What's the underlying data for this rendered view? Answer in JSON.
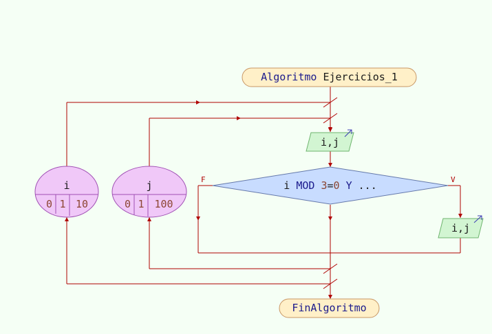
{
  "diagram": {
    "start": {
      "keyword": "Algoritmo",
      "name": "Ejercicios_1"
    },
    "end": {
      "keyword": "FinAlgoritmo"
    },
    "read": {
      "vars": "i,j"
    },
    "condition": {
      "var": "i",
      "op": "MOD",
      "num": "3",
      "eq": "=",
      "zero": "0",
      "y": "Y",
      "rest": "..."
    },
    "branch_false": "F",
    "branch_true": "V",
    "write": {
      "vars": "i,j"
    },
    "loops": [
      {
        "var": "i",
        "start": "0",
        "step": "1",
        "end": "10"
      },
      {
        "var": "j",
        "start": "0",
        "step": "1",
        "end": "100"
      }
    ]
  },
  "colors": {
    "background": "#f5fff5",
    "flow_line": "#b00000",
    "terminal_fill": "#fff0c8",
    "terminal_stroke": "#c89664",
    "io_fill": "#d2f5d2",
    "io_stroke": "#6eb46e",
    "decision_fill": "#c8dcff",
    "decision_stroke": "#6478aa",
    "loop_fill": "#f0c8f8",
    "loop_stroke": "#a050b4",
    "keyword_text": "#1a1a8c",
    "number_text": "#8c4632"
  }
}
